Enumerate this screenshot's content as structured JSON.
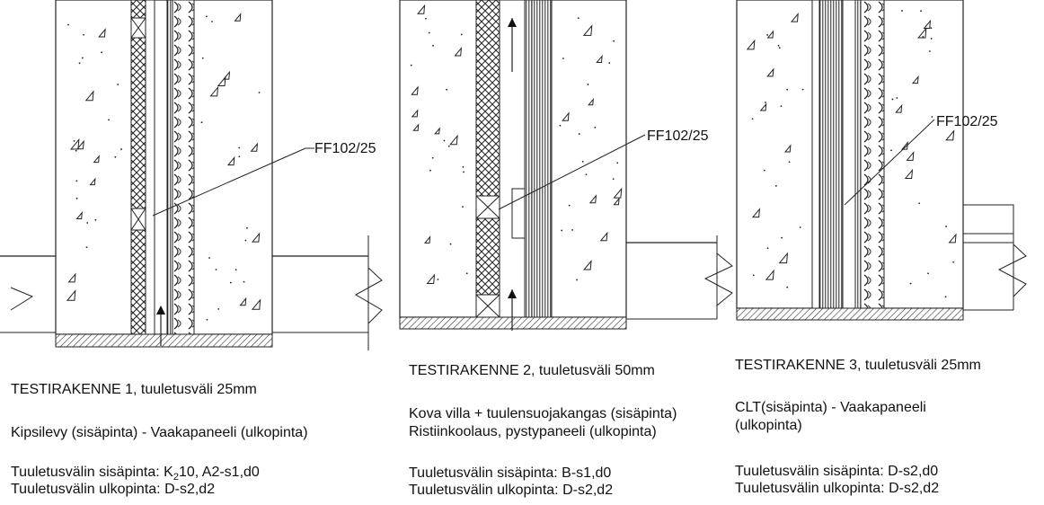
{
  "panels": [
    {
      "callout": "FF102/25",
      "title": "TESTIRAKENNE 1, tuuletusväli 25mm",
      "description": "Kipsilevy (sisäpinta) - Vaakapaneeli (ulkopinta)",
      "inner_prefix": "Tuuletusvälin sisäpinta: K",
      "inner_sub": "2",
      "inner_suffix": "10, A2-s1,d0",
      "outer": "Tuuletusvälin ulkopinta: D-s2,d2"
    },
    {
      "callout": "FF102/25",
      "title": "TESTIRAKENNE 2, tuuletusväli 50mm",
      "description_line1": "Kova villa + tuulensuojakangas (sisäpinta)",
      "description_line2": "Ristiinkoolaus, pystypaneeli (ulkopinta)",
      "inner": "Tuuletusvälin sisäpinta: B-s1,d0",
      "outer": "Tuuletusvälin ulkopinta: D-s2,d2"
    },
    {
      "callout": "FF102/25",
      "title": "TESTIRAKENNE 3, tuuletusväli 25mm",
      "description_line1": "CLT(sisäpinta) - Vaakapaneeli",
      "description_line2": "(ulkopinta)",
      "inner": "Tuuletusvälin sisäpinta: D-s2,d0",
      "outer": "Tuuletusvälin ulkopinta: D-s2,d2"
    }
  ]
}
